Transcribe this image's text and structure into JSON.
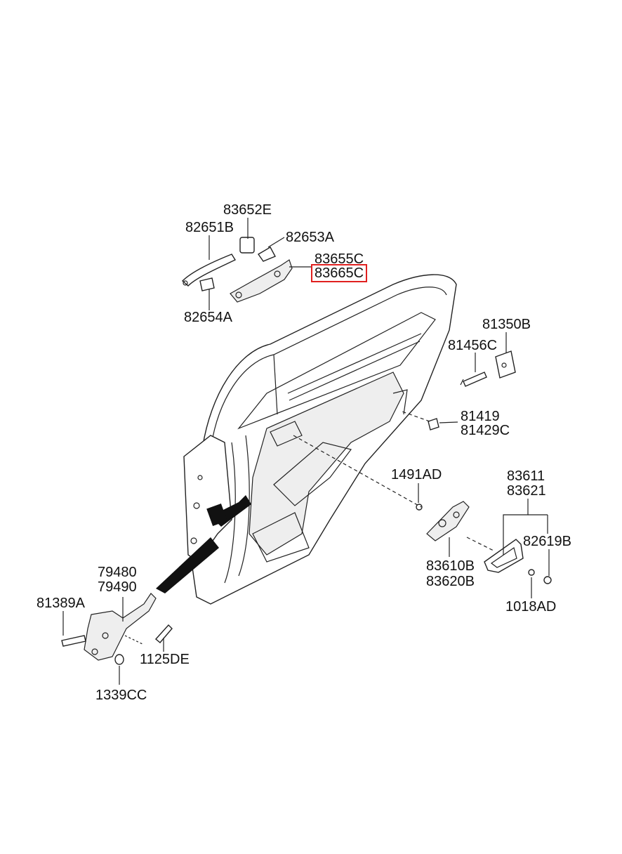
{
  "diagram": {
    "parts": {
      "p83652E": "83652E",
      "p82651B": "82651B",
      "p82653A": "82653A",
      "p83655C": "83655C",
      "p83665C": "83665C",
      "p82654A": "82654A",
      "p81350B": "81350B",
      "p81456C": "81456C",
      "p81419": "81419",
      "p81429C": "81429C",
      "p1491AD": "1491AD",
      "p83611": "83611",
      "p83621": "83621",
      "p82619B": "82619B",
      "p83610B": "83610B",
      "p83620B": "83620B",
      "p1018AD": "1018AD",
      "p79480": "79480",
      "p79490": "79490",
      "p81389A": "81389A",
      "p1125DE": "1125DE",
      "p1339CC": "1339CC"
    },
    "highlight_color": "#e0201f"
  }
}
